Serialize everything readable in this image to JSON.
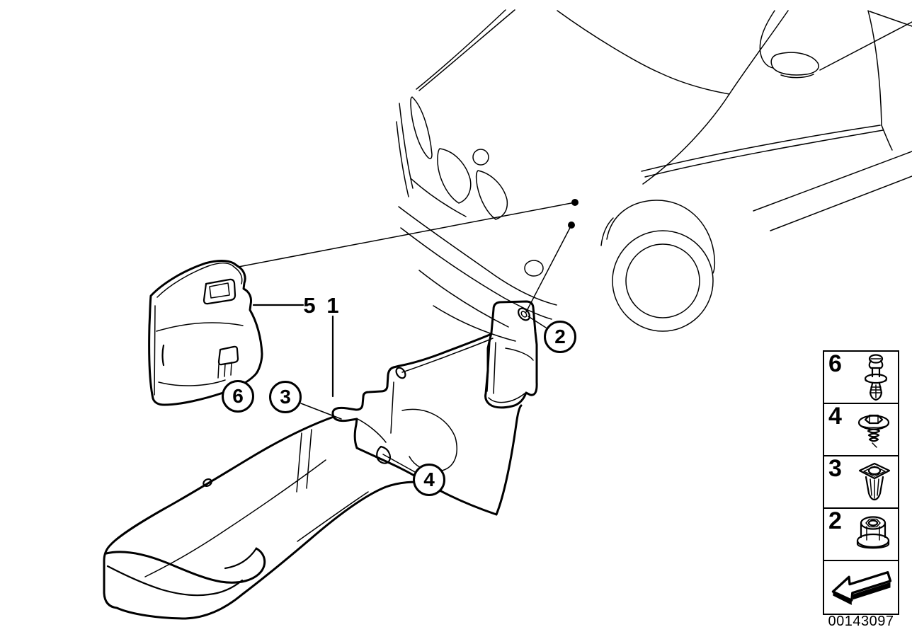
{
  "figure": {
    "image_id": "00143097",
    "colors": {
      "line": "#000000",
      "background": "#ffffff"
    },
    "callouts": {
      "label_5": "5",
      "label_1": "1",
      "circle_6": "6",
      "circle_3": "3",
      "circle_4": "4",
      "circle_2": "2"
    },
    "legend": {
      "items": [
        {
          "number": "6",
          "icon": "expanding-rivet-icon"
        },
        {
          "number": "4",
          "icon": "washer-screw-icon"
        },
        {
          "number": "3",
          "icon": "expanding-nut-icon"
        },
        {
          "number": "2",
          "icon": "plastic-nut-icon"
        }
      ],
      "arrow_icon": "direction-arrow-icon"
    }
  }
}
